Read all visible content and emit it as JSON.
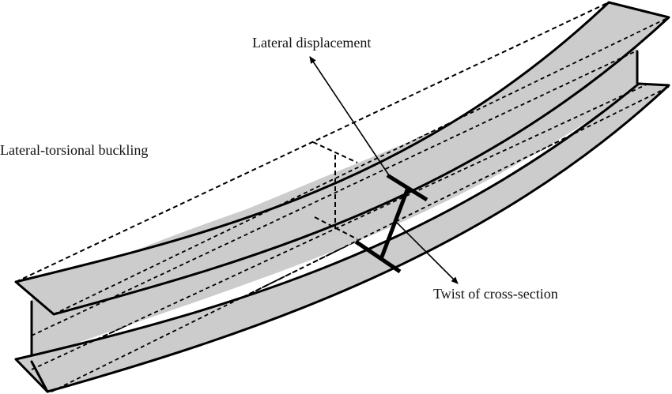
{
  "diagram": {
    "subject": "I-beam under lateral-torsional buckling",
    "labels": {
      "lateral_displacement": "Lateral displacement",
      "lateral_torsional_buckling": "Lateral-torsional buckling",
      "twist_of_cross_section": "Twist of cross-section"
    },
    "colors": {
      "beam_fill": "#cccccc",
      "line": "#000000",
      "text": "#111111",
      "background": "#ffffff"
    },
    "elements": [
      "top-flange",
      "web",
      "bottom-flange",
      "undeformed-beam-outline (dashed)",
      "original-cross-section (dashed)",
      "deformed-cross-section (bold)",
      "lateral-displacement-arrow",
      "twist-arrow"
    ]
  }
}
